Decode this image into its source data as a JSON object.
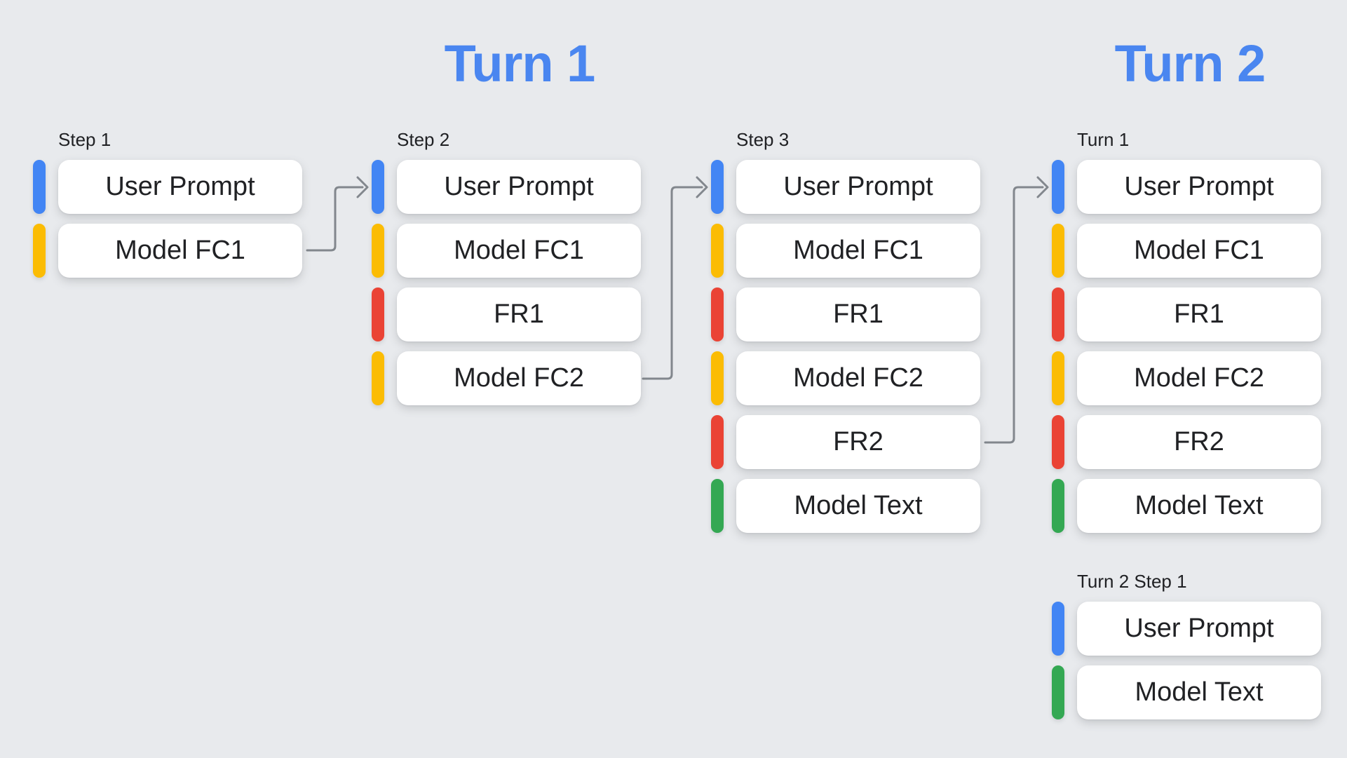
{
  "headings": [
    {
      "text": "Turn 1"
    },
    {
      "text": "Turn 2"
    }
  ],
  "palette": {
    "user_prompt_blue": "#4285F4",
    "model_fc_yellow": "#FBBC04",
    "function_response_red": "#EA4335",
    "model_text_green": "#34A853",
    "heading_blue": "#4A86F0",
    "arrow_gray": "#82878D",
    "background_gray": "#E8EAED",
    "box_white": "#FFFFFF",
    "text_dark": "#202124"
  },
  "groups": [
    {
      "label": "Step 1",
      "boxes": [
        {
          "label": "User Prompt",
          "color": "blue"
        },
        {
          "label": "Model FC1",
          "color": "yellow"
        }
      ]
    },
    {
      "label": "Step 2",
      "boxes": [
        {
          "label": "User Prompt",
          "color": "blue"
        },
        {
          "label": "Model FC1",
          "color": "yellow"
        },
        {
          "label": "FR1",
          "color": "red"
        },
        {
          "label": "Model FC2",
          "color": "yellow"
        }
      ]
    },
    {
      "label": "Step 3",
      "boxes": [
        {
          "label": "User Prompt",
          "color": "blue"
        },
        {
          "label": "Model FC1",
          "color": "yellow"
        },
        {
          "label": "FR1",
          "color": "red"
        },
        {
          "label": "Model FC2",
          "color": "yellow"
        },
        {
          "label": "FR2",
          "color": "red"
        },
        {
          "label": "Model Text",
          "color": "green"
        }
      ]
    },
    {
      "label": "Turn 1",
      "boxes": [
        {
          "label": "User Prompt",
          "color": "blue"
        },
        {
          "label": "Model FC1",
          "color": "yellow"
        },
        {
          "label": "FR1",
          "color": "red"
        },
        {
          "label": "Model FC2",
          "color": "yellow"
        },
        {
          "label": "FR2",
          "color": "red"
        },
        {
          "label": "Model Text",
          "color": "green"
        }
      ]
    },
    {
      "label": "Turn 2 Step 1",
      "boxes": [
        {
          "label": "User Prompt",
          "color": "blue"
        },
        {
          "label": "Model Text",
          "color": "green"
        }
      ]
    }
  ]
}
